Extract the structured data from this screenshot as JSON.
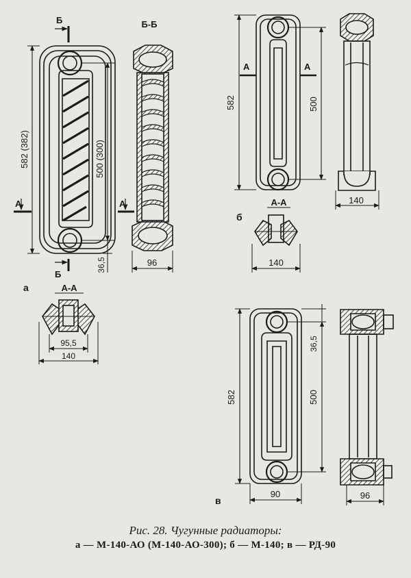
{
  "figure": {
    "caption_title": "Рис. 28. Чугунные радиаторы:",
    "caption_legend": "а — М-140-АО (М-140-АО-300); б — М-140; в — РД-90"
  },
  "panel_a": {
    "letter": "а",
    "section_bb": "Б-Б",
    "section_aa": "А-А",
    "cut_b": "Б",
    "cut_a": "А",
    "dim_height": "582 (382)",
    "dim_axis": "500 (300)",
    "dim_offset": "36,5",
    "dim_depth": "96",
    "dim_inner": "95,5",
    "dim_width": "140"
  },
  "panel_b": {
    "letter": "б",
    "section_aa": "А-А",
    "cut_a": "А",
    "dim_height": "582",
    "dim_axis": "500",
    "dim_width": "140",
    "dim_section_width": "140"
  },
  "panel_v": {
    "letter": "в",
    "dim_height": "582",
    "dim_axis": "500",
    "dim_offset": "36,5",
    "dim_width": "90",
    "dim_depth": "96"
  }
}
